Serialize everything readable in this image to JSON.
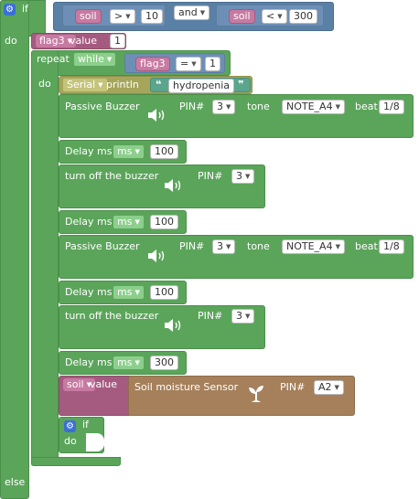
{
  "if_block": {
    "if_label": "if",
    "do_label": "do",
    "else_label": "else",
    "condition": {
      "left": {
        "var": "soil",
        "op": ">",
        "value": "10"
      },
      "join": "and",
      "right": {
        "var": "soil",
        "op": "<",
        "value": "300"
      }
    }
  },
  "flag_assign": {
    "var": "flag3",
    "label": "value",
    "value": "1"
  },
  "repeat_block": {
    "label": "repeat",
    "mode": "while",
    "cond_var": "flag3",
    "cond_op": "=",
    "cond_value": "1",
    "do_label": "do"
  },
  "serial_block": {
    "name": "Serial",
    "method": "println",
    "text": "hydropenia"
  },
  "buzzer_blocks": [
    {
      "title": "Passive Buzzer",
      "pin_label": "PIN#",
      "pin": "3",
      "tone_label": "tone",
      "tone": "NOTE_A4",
      "beat_label": "beat",
      "beat": "1/8"
    },
    {
      "title": "turn off the buzzer",
      "pin_label": "PIN#",
      "pin": "3"
    },
    {
      "title": "Passive Buzzer",
      "pin_label": "PIN#",
      "pin": "3",
      "tone_label": "tone",
      "tone": "NOTE_A4",
      "beat_label": "beat",
      "beat": "1/8"
    },
    {
      "title": "turn off the buzzer",
      "pin_label": "PIN#",
      "pin": "3"
    }
  ],
  "delay_blocks": [
    {
      "label": "Delay ms",
      "unit": "ms",
      "value": "100"
    },
    {
      "label": "Delay ms",
      "unit": "ms",
      "value": "100"
    },
    {
      "label": "Delay ms",
      "unit": "ms",
      "value": "100"
    },
    {
      "label": "Delay ms",
      "unit": "ms",
      "value": "300"
    }
  ],
  "soil_assign": {
    "var": "soil",
    "label": "value",
    "sensor_title": "Soil moisture Sensor",
    "pin_label": "PIN#",
    "pin": "A2"
  },
  "inner_if": {
    "if_label": "if",
    "do_label": "do"
  },
  "colors": {
    "control": "#5ba55b",
    "logic": "#5b80a5",
    "variable": "#a55b80",
    "serial": "#a5a55b",
    "text": "#5ba58c",
    "sensor": "#a5805b"
  },
  "icons": {
    "gear": "gear-icon",
    "speaker": "speaker-icon",
    "plant": "plant-icon"
  }
}
